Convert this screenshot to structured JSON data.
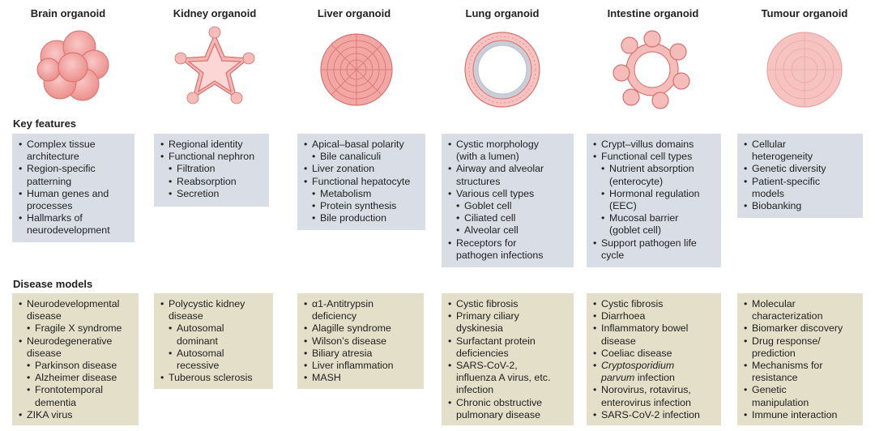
{
  "columns": [
    {
      "title": "Brain organoid",
      "icon": "brain-organoid-icon",
      "key_features": [
        {
          "t": "Complex tissue",
          "l": 1,
          "b": true
        },
        {
          "t": "architecture",
          "l": 1,
          "b": false
        },
        {
          "t": "Region-specific",
          "l": 1,
          "b": true
        },
        {
          "t": "patterning",
          "l": 1,
          "b": false
        },
        {
          "t": "Human genes and",
          "l": 1,
          "b": true
        },
        {
          "t": "processes",
          "l": 1,
          "b": false
        },
        {
          "t": "Hallmarks of",
          "l": 1,
          "b": true
        },
        {
          "t": "neurodevelopment",
          "l": 1,
          "b": false
        }
      ],
      "disease_models": [
        {
          "t": "Neurodevelopmental",
          "l": 1,
          "b": true
        },
        {
          "t": "disease",
          "l": 1,
          "b": false
        },
        {
          "t": "Fragile X syndrome",
          "l": 2,
          "b": true
        },
        {
          "t": "Neurodegenerative",
          "l": 1,
          "b": true
        },
        {
          "t": "disease",
          "l": 1,
          "b": false
        },
        {
          "t": "Parkinson disease",
          "l": 2,
          "b": true
        },
        {
          "t": "Alzheimer disease",
          "l": 2,
          "b": true
        },
        {
          "t": "Frontotemporal",
          "l": 2,
          "b": true
        },
        {
          "t": "dementia",
          "l": 2,
          "b": false
        },
        {
          "t": "ZIKA virus",
          "l": 1,
          "b": true
        }
      ]
    },
    {
      "title": "Kidney organoid",
      "icon": "kidney-organoid-icon",
      "key_features": [
        {
          "t": "Regional identity",
          "l": 1,
          "b": true
        },
        {
          "t": "Functional nephron",
          "l": 1,
          "b": true
        },
        {
          "t": "Filtration",
          "l": 2,
          "b": true
        },
        {
          "t": "Reabsorption",
          "l": 2,
          "b": true
        },
        {
          "t": "Secretion",
          "l": 2,
          "b": true
        }
      ],
      "disease_models": [
        {
          "t": "Polycystic kidney",
          "l": 1,
          "b": true
        },
        {
          "t": "disease",
          "l": 1,
          "b": false
        },
        {
          "t": "Autosomal",
          "l": 2,
          "b": true
        },
        {
          "t": "dominant",
          "l": 2,
          "b": false
        },
        {
          "t": "Autosomal",
          "l": 2,
          "b": true
        },
        {
          "t": "recessive",
          "l": 2,
          "b": false
        },
        {
          "t": "Tuberous sclerosis",
          "l": 1,
          "b": true
        }
      ]
    },
    {
      "title": "Liver organoid",
      "icon": "liver-organoid-icon",
      "key_features": [
        {
          "t": "Apical–basal polarity",
          "l": 1,
          "b": true
        },
        {
          "t": "Bile canaliculi",
          "l": 2,
          "b": true
        },
        {
          "t": "Liver zonation",
          "l": 1,
          "b": true
        },
        {
          "t": "Functional hepatocyte",
          "l": 1,
          "b": true
        },
        {
          "t": "Metabolism",
          "l": 2,
          "b": true
        },
        {
          "t": "Protein synthesis",
          "l": 2,
          "b": true
        },
        {
          "t": "Bile production",
          "l": 2,
          "b": true
        }
      ],
      "disease_models": [
        {
          "t": "α1-Antitrypsin",
          "l": 1,
          "b": true
        },
        {
          "t": "deficiency",
          "l": 1,
          "b": false
        },
        {
          "t": "Alagille syndrome",
          "l": 1,
          "b": true
        },
        {
          "t": "Wilson’s disease",
          "l": 1,
          "b": true
        },
        {
          "t": "Biliary atresia",
          "l": 1,
          "b": true
        },
        {
          "t": "Liver inflammation",
          "l": 1,
          "b": true
        },
        {
          "t": "MASH",
          "l": 1,
          "b": true
        }
      ]
    },
    {
      "title": "Lung organoid",
      "icon": "lung-organoid-icon",
      "key_features": [
        {
          "t": "Cystic morphology",
          "l": 1,
          "b": true
        },
        {
          "t": "(with a lumen)",
          "l": 1,
          "b": false
        },
        {
          "t": "Airway and alveolar",
          "l": 1,
          "b": true
        },
        {
          "t": "structures",
          "l": 1,
          "b": false
        },
        {
          "t": "Various cell types",
          "l": 1,
          "b": true
        },
        {
          "t": "Goblet cell",
          "l": 2,
          "b": true
        },
        {
          "t": "Ciliated cell",
          "l": 2,
          "b": true
        },
        {
          "t": "Alveolar cell",
          "l": 2,
          "b": true
        },
        {
          "t": "Receptors for",
          "l": 1,
          "b": true
        },
        {
          "t": "pathogen infections",
          "l": 1,
          "b": false
        }
      ],
      "disease_models": [
        {
          "t": "Cystic fibrosis",
          "l": 1,
          "b": true
        },
        {
          "t": "Primary ciliary",
          "l": 1,
          "b": true
        },
        {
          "t": "dyskinesia",
          "l": 1,
          "b": false
        },
        {
          "t": "Surfactant protein",
          "l": 1,
          "b": true
        },
        {
          "t": "deficiencies",
          "l": 1,
          "b": false
        },
        {
          "t": "SARS-CoV-2,",
          "l": 1,
          "b": true
        },
        {
          "t": "influenza A virus, etc.",
          "l": 1,
          "b": false
        },
        {
          "t": "infection",
          "l": 1,
          "b": false
        },
        {
          "t": "Chronic obstructive",
          "l": 1,
          "b": true
        },
        {
          "t": "pulmonary disease",
          "l": 1,
          "b": false
        }
      ]
    },
    {
      "title": "Intestine organoid",
      "icon": "intestine-organoid-icon",
      "key_features": [
        {
          "t": "Crypt–villus domains",
          "l": 1,
          "b": true
        },
        {
          "t": "Functional cell types",
          "l": 1,
          "b": true
        },
        {
          "t": "Nutrient absorption",
          "l": 2,
          "b": true
        },
        {
          "t": "(enterocyte)",
          "l": 2,
          "b": false
        },
        {
          "t": "Hormonal regulation",
          "l": 2,
          "b": true
        },
        {
          "t": "(EEC)",
          "l": 2,
          "b": false
        },
        {
          "t": "Mucosal barrier",
          "l": 2,
          "b": true
        },
        {
          "t": "(goblet cell)",
          "l": 2,
          "b": false
        },
        {
          "t": "Support pathogen life",
          "l": 1,
          "b": true
        },
        {
          "t": "cycle",
          "l": 1,
          "b": false
        }
      ],
      "disease_models": [
        {
          "t": "Cystic fibrosis",
          "l": 1,
          "b": true
        },
        {
          "t": "Diarrhoea",
          "l": 1,
          "b": true
        },
        {
          "t": "Inflammatory bowel",
          "l": 1,
          "b": true
        },
        {
          "t": "disease",
          "l": 1,
          "b": false
        },
        {
          "t": "Coeliac disease",
          "l": 1,
          "b": true
        },
        {
          "t": "Cryptosporidium",
          "l": 1,
          "b": true,
          "i": true
        },
        {
          "t": "parvum infection",
          "l": 1,
          "b": false,
          "ip": "parvum"
        },
        {
          "t": "Norovirus, rotavirus,",
          "l": 1,
          "b": true
        },
        {
          "t": "enterovirus infection",
          "l": 1,
          "b": false
        },
        {
          "t": "SARS-CoV-2 infection",
          "l": 1,
          "b": true
        }
      ]
    },
    {
      "title": "Tumour organoid",
      "icon": "tumour-organoid-icon",
      "key_features": [
        {
          "t": "Cellular",
          "l": 1,
          "b": true
        },
        {
          "t": "heterogeneity",
          "l": 1,
          "b": false
        },
        {
          "t": "Genetic diversity",
          "l": 1,
          "b": true
        },
        {
          "t": "Patient-specific",
          "l": 1,
          "b": true
        },
        {
          "t": "models",
          "l": 1,
          "b": false
        },
        {
          "t": "Biobanking",
          "l": 1,
          "b": true
        }
      ],
      "disease_models": [
        {
          "t": "Molecular",
          "l": 1,
          "b": true
        },
        {
          "t": "characterization",
          "l": 1,
          "b": false
        },
        {
          "t": "Biomarker discovery",
          "l": 1,
          "b": true
        },
        {
          "t": "Drug response/",
          "l": 1,
          "b": true
        },
        {
          "t": "prediction",
          "l": 1,
          "b": false
        },
        {
          "t": "Mechanisms for",
          "l": 1,
          "b": true
        },
        {
          "t": "resistance",
          "l": 1,
          "b": false
        },
        {
          "t": "Genetic",
          "l": 1,
          "b": true
        },
        {
          "t": "manipulation",
          "l": 1,
          "b": false
        },
        {
          "t": "Immune interaction",
          "l": 1,
          "b": true
        }
      ]
    }
  ],
  "sections": {
    "key_features": "Key features",
    "disease_models": "Disease models"
  },
  "colors": {
    "key_features_bg": "#d9dde5",
    "disease_models_bg": "#e3dfc8",
    "organoid_fill": "#f2a7a5",
    "organoid_stroke": "#d9706e"
  }
}
